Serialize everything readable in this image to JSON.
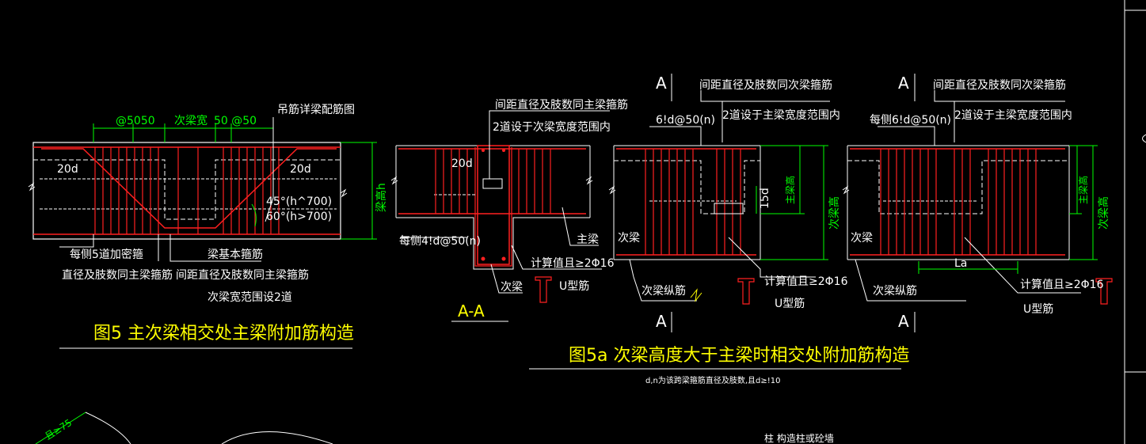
{
  "colors": {
    "background": "#000000",
    "outline": "#ffffff",
    "rebar": "#ff2020",
    "dimension": "#00ff00",
    "title": "#ffff00"
  },
  "fig5": {
    "dim_left": "@5050",
    "dim_mid": "次梁宽",
    "dim_right": "50 @50",
    "hanger_note": "吊筋详梁配筋图",
    "len_left": "20d",
    "len_right": "20d",
    "angle1": "45°(h^700)",
    "angle2": "60°(h>700)",
    "depth_label": "梁高h",
    "note_left_1": "每侧5道加密箍",
    "note_left_2": "直径及肢数同主梁箍筋",
    "note_right_1": "梁基本箍筋",
    "note_right_2": "间距直径及肢数同主梁箍筋",
    "note_right_3": "次梁宽范围设2道",
    "title": "图5 主次梁相交处主梁附加筋构造"
  },
  "sectionAA": {
    "note1": "间距直径及肢数同主梁箍筋",
    "note2": "2道设于次梁宽度范围内",
    "len": "20d",
    "stirrup_note": "每侧4!d@50(n)",
    "main_beam": "主梁",
    "secondary_beam": "次梁",
    "calc_note": "计算值且≥2Φ16",
    "u_bar": "U型筋",
    "label": "A-A"
  },
  "fig5a_left": {
    "section_top": "A",
    "section_bottom": "A",
    "note1": "间距直径及肢数同次梁箍筋",
    "note2": "2道设于主梁宽度范围内",
    "stirrup": "6!d@50(n)",
    "len": "15d",
    "main_depth": "主梁高",
    "sec_depth": "次梁高",
    "secondary_beam": "次梁",
    "long_bar": "次梁纵筋",
    "calc_note": "计算值且≥2Φ16",
    "u_bar": "U型筋"
  },
  "fig5a_right": {
    "section_top": "A",
    "section_bottom": "A",
    "note1": "间距直径及肢数同次梁箍筋",
    "note2": "2道设于主梁宽度范围内",
    "stirrup": "每侧6!d@50(n)",
    "main_depth": "主梁高",
    "sec_depth": "次梁高",
    "secondary_beam": "次梁",
    "la": "La",
    "long_bar": "次梁纵筋",
    "calc_note": "计算值且≥2Φ16",
    "u_bar": "U型筋"
  },
  "fig5a": {
    "title": "图5a 次梁高度大于主梁时相交处附加筋构造",
    "footnote": "d,n为该跨梁箍筋直径及肢数,且d≥!10"
  },
  "bottom": {
    "dim": "且≥75",
    "note": "柱 构造柱或砼墙"
  }
}
